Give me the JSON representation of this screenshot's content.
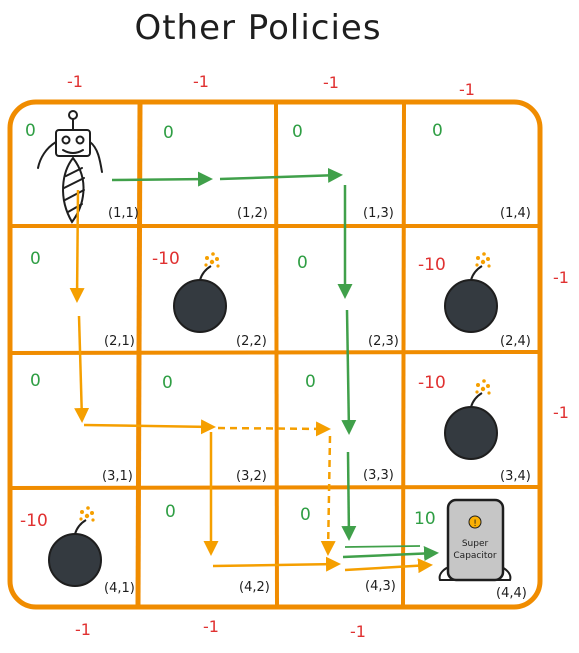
{
  "title": "Other Policies",
  "outside_labels": {
    "top": [
      "-1",
      "-1",
      "-1",
      "-1"
    ],
    "bottom": [
      "-1",
      "-1",
      "-1"
    ],
    "right": [
      "-1",
      "-1"
    ]
  },
  "grid": {
    "rows": [
      [
        {
          "coord": "(1,1)",
          "reward": "0",
          "content": "robot"
        },
        {
          "coord": "(1,2)",
          "reward": "0",
          "content": ""
        },
        {
          "coord": "(1,3)",
          "reward": "0",
          "content": ""
        },
        {
          "coord": "(1,4)",
          "reward": "0",
          "content": ""
        }
      ],
      [
        {
          "coord": "(2,1)",
          "reward": "0",
          "content": ""
        },
        {
          "coord": "(2,2)",
          "reward": "-10",
          "content": "bomb"
        },
        {
          "coord": "(2,3)",
          "reward": "0",
          "content": ""
        },
        {
          "coord": "(2,4)",
          "reward": "-10",
          "content": "bomb"
        }
      ],
      [
        {
          "coord": "(3,1)",
          "reward": "0",
          "content": ""
        },
        {
          "coord": "(3,2)",
          "reward": "0",
          "content": ""
        },
        {
          "coord": "(3,3)",
          "reward": "0",
          "content": ""
        },
        {
          "coord": "(3,4)",
          "reward": "-10",
          "content": "bomb"
        }
      ],
      [
        {
          "coord": "(4,1)",
          "reward": "-10",
          "content": "bomb"
        },
        {
          "coord": "(4,2)",
          "reward": "0",
          "content": ""
        },
        {
          "coord": "(4,3)",
          "reward": "0",
          "content": ""
        },
        {
          "coord": "(4,4)",
          "reward": "10",
          "content": "capacitor"
        }
      ]
    ]
  },
  "capacitor": {
    "line1": "Super",
    "line2": "Capacitor",
    "mark": "!"
  },
  "colors": {
    "grid": "#f08c00",
    "reward_positive": "#2f9e44",
    "reward_negative": "#e03131",
    "path_green": "#40a04a",
    "path_orange": "#f59f00",
    "bomb": "#343a40",
    "capacitor": "#c6c6c6",
    "capacitor_mark": "#fab005"
  }
}
